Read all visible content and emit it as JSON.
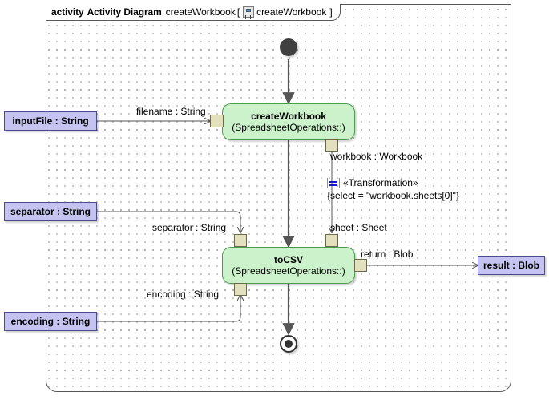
{
  "frame": {
    "keyword": "activity",
    "stereotype": "Activity Diagram",
    "name": "createWorkbook",
    "bracket_open": "[",
    "icon": "activity-diagram-icon",
    "inner_name": "createWorkbook",
    "bracket_close": "]"
  },
  "nodes": {
    "initial": {
      "name": "initial-node"
    },
    "final": {
      "name": "activity-final-node"
    },
    "create_workbook": {
      "name": "createWorkbook",
      "qualifier": "(SpreadsheetOperations::)"
    },
    "to_csv": {
      "name": "toCSV",
      "qualifier": "(SpreadsheetOperations::)"
    }
  },
  "parameters": {
    "input_file": "inputFile : String",
    "separator": "separator : String",
    "encoding": "encoding : String",
    "result": "result : Blob"
  },
  "edge_labels": {
    "filename": "filename : String",
    "workbook": "workbook : Workbook",
    "separator": "separator : String",
    "sheet": "sheet : Sheet",
    "encoding": "encoding : String",
    "return": "return : Blob"
  },
  "transformation": {
    "icon": "equals-icon",
    "stereotype": "«Transformation»",
    "expression": "{select = \"workbook.sheets[0]\"}"
  },
  "colors": {
    "action_fill": "#ccf2cc",
    "action_border": "#4f9a4f",
    "param_fill": "#c5c4f0",
    "param_border": "#4a4a8c",
    "pin_fill": "#e3e0be",
    "pin_border": "#6b6b4a",
    "node_dark": "#404040",
    "edge": "#555555",
    "transformation_icon": "#1414d2"
  }
}
